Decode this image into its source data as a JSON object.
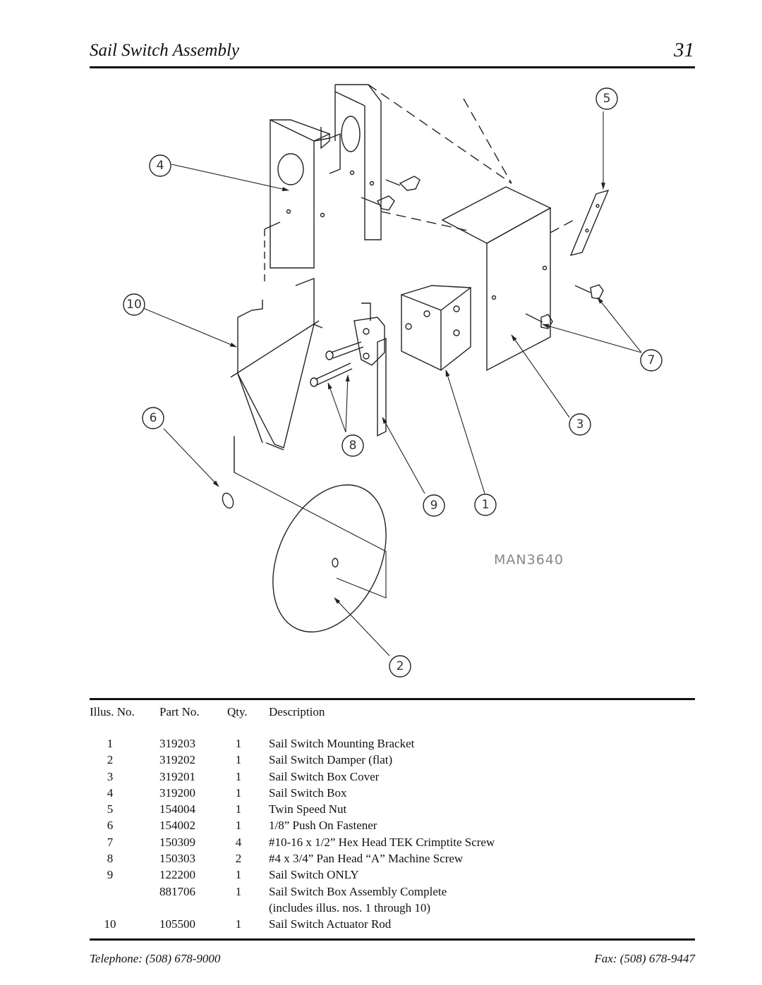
{
  "header": {
    "title": "Sail Switch Assembly",
    "page_number": "31"
  },
  "diagram": {
    "drawing_number": "MAN3640",
    "callouts": [
      "1",
      "2",
      "3",
      "4",
      "5",
      "6",
      "7",
      "8",
      "9",
      "10"
    ]
  },
  "parts_table": {
    "headers": {
      "illus_no": "Illus. No.",
      "part_no": "Part No.",
      "qty": "Qty.",
      "description": "Description"
    },
    "rows": [
      {
        "illus": "1",
        "part": "319203",
        "qty": "1",
        "desc": "Sail Switch Mounting Bracket"
      },
      {
        "illus": "2",
        "part": "319202",
        "qty": "1",
        "desc": "Sail Switch Damper (flat)"
      },
      {
        "illus": "3",
        "part": "319201",
        "qty": "1",
        "desc": "Sail Switch Box Cover"
      },
      {
        "illus": "4",
        "part": "319200",
        "qty": "1",
        "desc": "Sail Switch Box"
      },
      {
        "illus": "5",
        "part": "154004",
        "qty": "1",
        "desc": "Twin Speed Nut"
      },
      {
        "illus": "6",
        "part": "154002",
        "qty": "1",
        "desc": "1/8” Push On Fastener"
      },
      {
        "illus": "7",
        "part": "150309",
        "qty": "4",
        "desc": "#10-16 x 1/2” Hex Head TEK Crimptite Screw"
      },
      {
        "illus": "8",
        "part": "150303",
        "qty": "2",
        "desc": "#4 x 3/4” Pan Head “A” Machine Screw"
      },
      {
        "illus": "9",
        "part": "122200",
        "qty": "1",
        "desc": "Sail Switch ONLY"
      },
      {
        "illus": "",
        "part": "881706",
        "qty": "1",
        "desc": "Sail Switch Box Assembly Complete"
      },
      {
        "illus": "",
        "part": "",
        "qty": "",
        "desc": "(includes illus. nos. 1 through 10)"
      },
      {
        "illus": "10",
        "part": "105500",
        "qty": "1",
        "desc": "Sail Switch Actuator Rod"
      }
    ]
  },
  "footer": {
    "telephone": "Telephone: (508) 678-9000",
    "fax": "Fax: (508) 678-9447"
  }
}
